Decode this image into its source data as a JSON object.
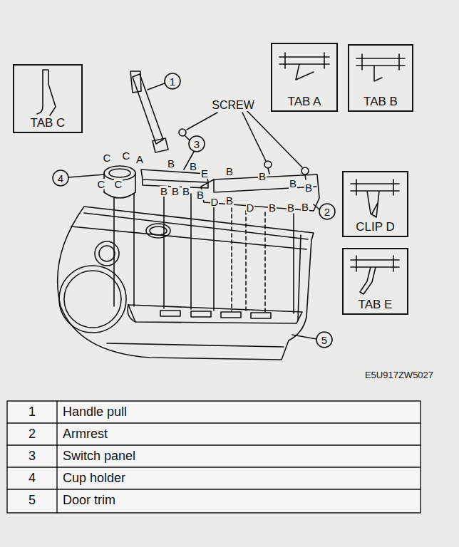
{
  "diagram": {
    "nodes": [
      {
        "text": [
          "TAB C"
        ]
      },
      {
        "text": [
          "TAB A"
        ]
      },
      {
        "text": [
          "TAB B"
        ]
      },
      {
        "text": [
          "CLIP D"
        ]
      },
      {
        "text": [
          "TAB E"
        ]
      }
    ],
    "labels": [
      "1",
      "SCREW",
      "C",
      "C",
      "A",
      "B",
      "3",
      "B",
      "E",
      "B",
      "B",
      "B",
      "B",
      "4",
      "C",
      "C",
      "B",
      "B",
      "B",
      "B",
      "D",
      "B",
      "D",
      "B",
      "B",
      "B",
      "2",
      "5",
      "E5U917ZW5027",
      "1",
      "Handle pull",
      "2",
      "Armrest",
      "3",
      "Switch panel",
      "4",
      "Cup holder",
      "5",
      "Door trim"
    ]
  }
}
